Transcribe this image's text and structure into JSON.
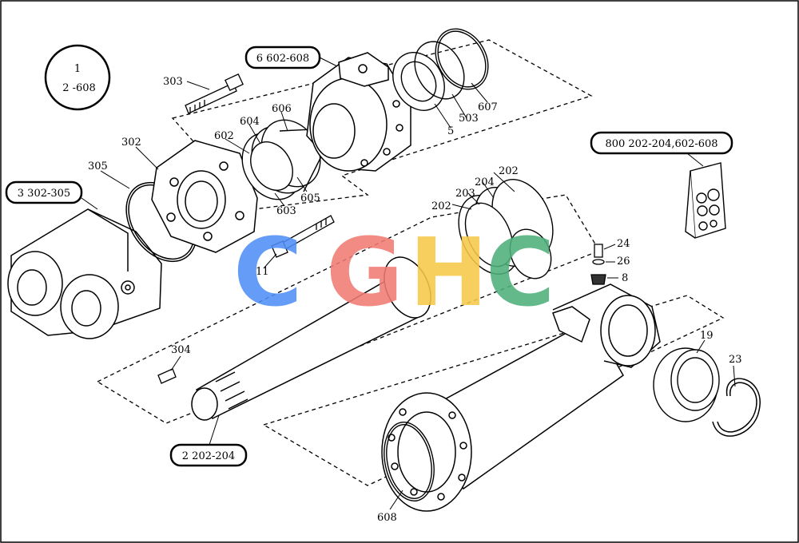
{
  "callouts": {
    "c1_top": "1",
    "c1_bottom": "2 -608",
    "c6": "6 602-608",
    "c3": "3 302-305",
    "c2": "2 202-204",
    "c800": "800 202-204,602-608"
  },
  "labels": {
    "l303": "303",
    "l302": "302",
    "l305": "305",
    "l604": "604",
    "l606": "606",
    "l602": "602",
    "l605": "605",
    "l603": "603",
    "l607": "607",
    "l503": "503",
    "l5": "5",
    "l202a": "202",
    "l204": "204",
    "l203": "203",
    "l202b": "202",
    "l11": "11",
    "l24": "24",
    "l26": "26",
    "l8": "8",
    "l304": "304",
    "l19": "19",
    "l23": "23",
    "l608": "608"
  },
  "watermark": {
    "letters": [
      "C",
      "G",
      "H",
      "C"
    ],
    "colors": [
      "#4f8ff7",
      "#f07c72",
      "#f7c948",
      "#4fb07a"
    ]
  }
}
